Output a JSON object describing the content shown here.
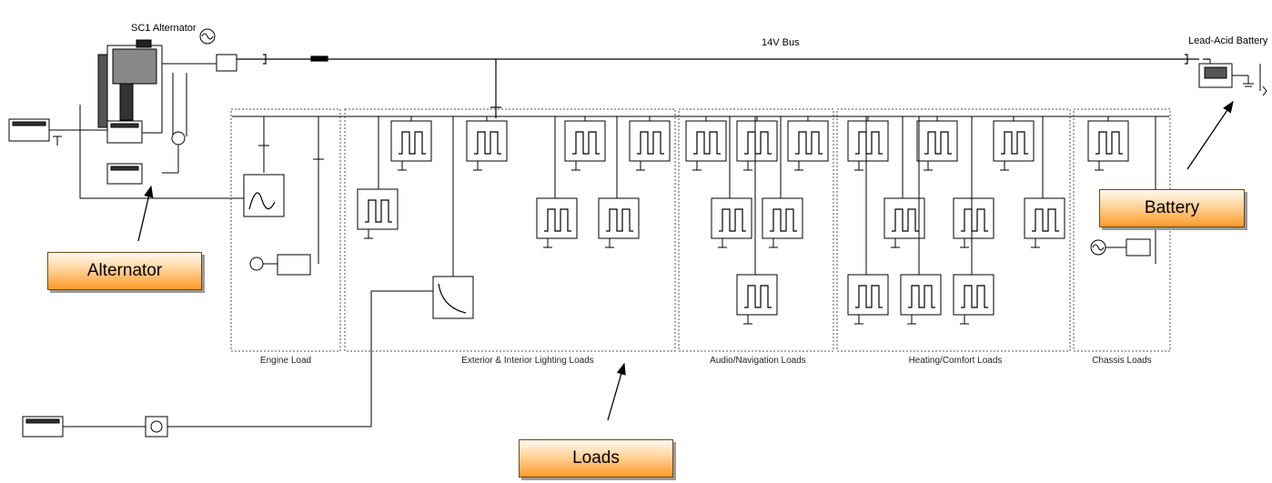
{
  "title_alternator": "SC1 Alternator",
  "bus_label": "14V Bus",
  "battery_label": "Lead-Acid Battery",
  "sections": [
    {
      "label": "Engine Load"
    },
    {
      "label": "Exterior & Interior Lighting Loads"
    },
    {
      "label": "Audio/Navigation Loads"
    },
    {
      "label": "Heating/Comfort Loads"
    },
    {
      "label": "Chassis Loads"
    }
  ],
  "callouts": {
    "alternator": "Alternator",
    "battery": "Battery",
    "loads": "Loads"
  },
  "colors": {
    "callout_top": "#fffaf0",
    "callout_bottom": "#ff9a2a",
    "line": "#000000"
  }
}
